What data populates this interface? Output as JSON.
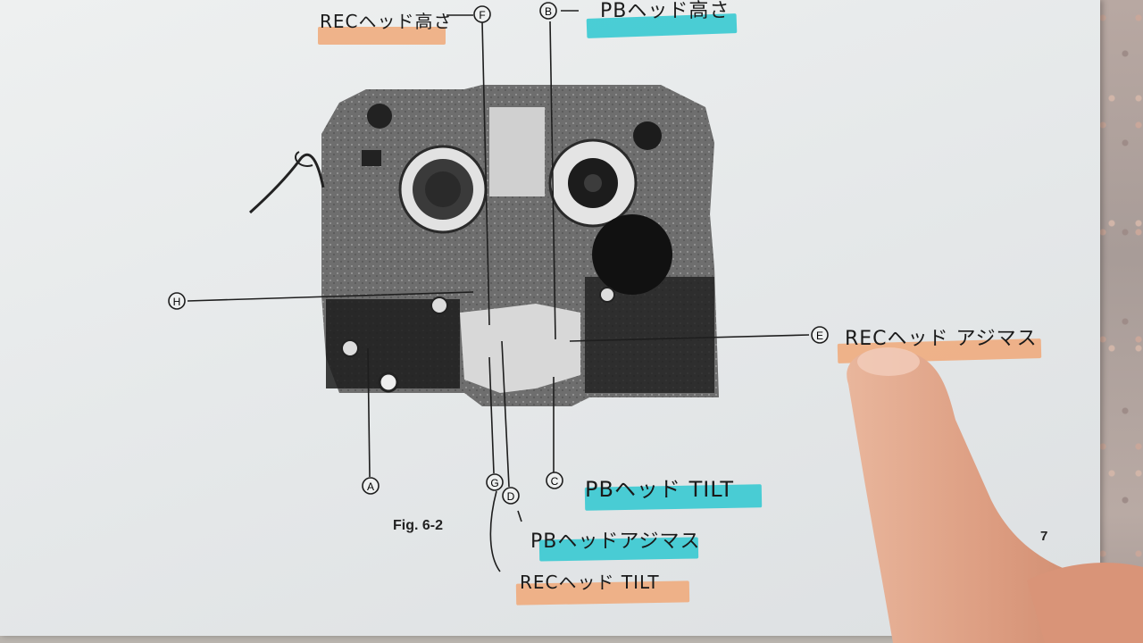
{
  "annotations": {
    "rec_head_height": "RECヘッド高さ",
    "pb_head_height": "PBヘッド高さ",
    "rec_head_azimuth": "RECヘッド アジマス",
    "pb_head_tilt": "PBヘッド TILT",
    "pb_head_azimuth": "PBヘッドアジマス",
    "rec_head_tilt": "RECヘッド TILT"
  },
  "callouts": [
    "A",
    "B",
    "C",
    "D",
    "E",
    "F",
    "G",
    "H"
  ],
  "figure_caption": "Fig. 6-2",
  "page_number": "7",
  "colors": {
    "paper": "#e8eaeb",
    "highlight_orange": "#f0a878",
    "highlight_cyan": "#2ec8d0",
    "skin": "#e0a88c"
  }
}
